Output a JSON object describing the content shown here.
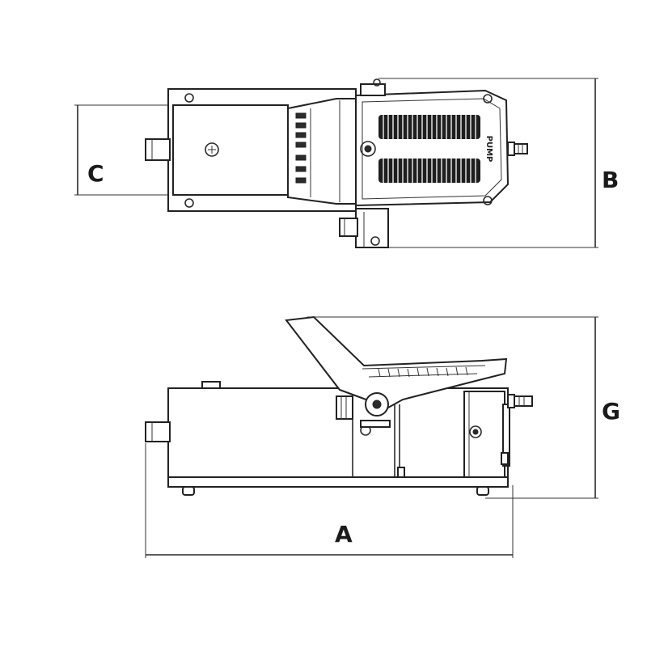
{
  "dimensions": {
    "a": "A",
    "b": "B",
    "c": "C",
    "g": "G"
  },
  "views": {
    "top": {
      "marking": "PUMP"
    }
  }
}
